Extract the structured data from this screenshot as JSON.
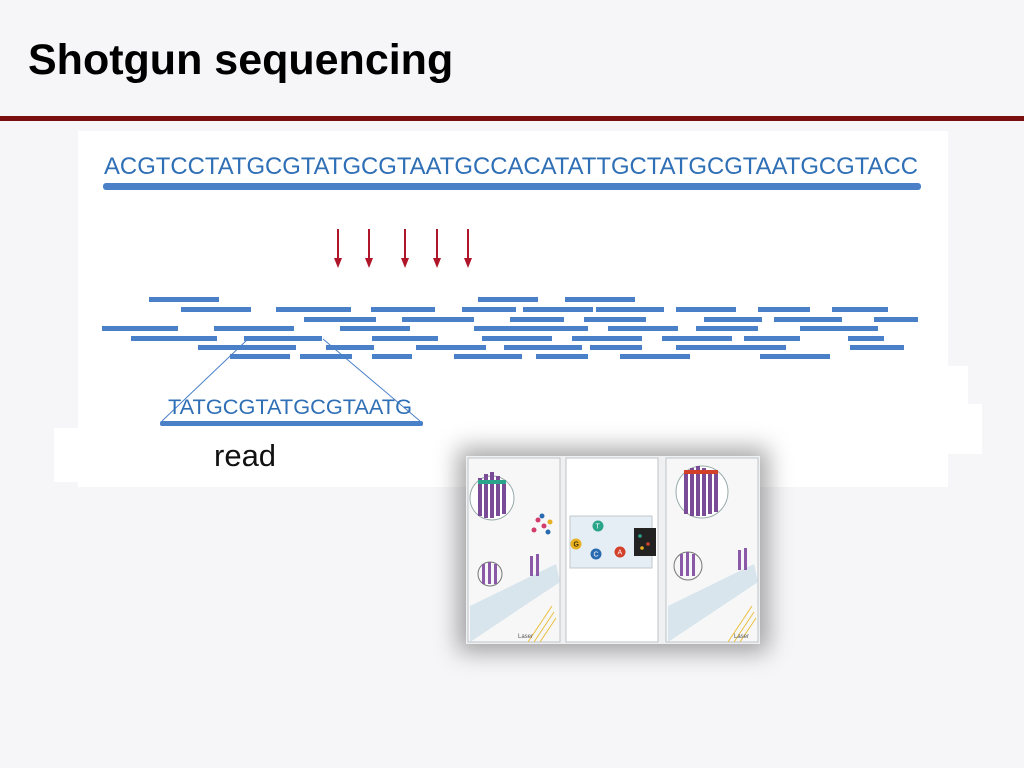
{
  "slide": {
    "title": "Shotgun sequencing"
  },
  "diagram": {
    "genome_sequence": "ACGTCCTATGCGTATGCGTAATGCCACATATTGCTATGCGTAATGCGTACC",
    "read_sequence": "TATGCGTATGCGTAATG",
    "read_label": "read",
    "colors": {
      "sequence_text": "#2f6fb5",
      "bar": "#4a80c8",
      "arrow": "#b0162a",
      "title_rule": "#7a0f0f"
    }
  },
  "illustration": {
    "nucleotide_labels": [
      "T",
      "G",
      "C",
      "A"
    ],
    "laser_label": "Laser"
  }
}
